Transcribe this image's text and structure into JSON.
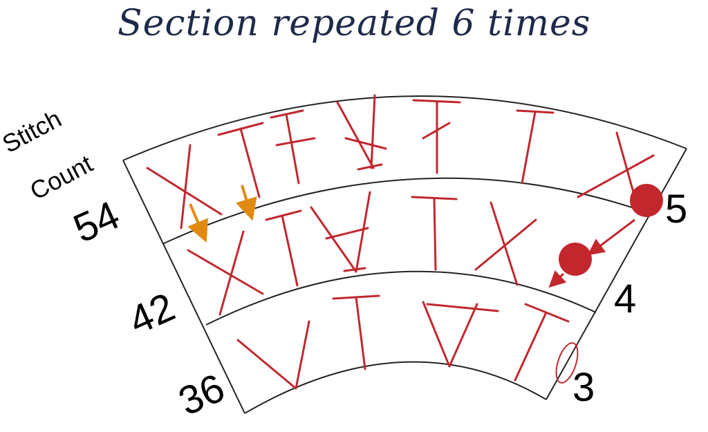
{
  "title": "Section repeated 6 times",
  "stitch_count_label": [
    "Stitch",
    "Count"
  ],
  "rows": [
    {
      "stitch_count": "54",
      "row_number": "5"
    },
    {
      "stitch_count": "42",
      "row_number": "4"
    },
    {
      "stitch_count": "36",
      "row_number": "3"
    }
  ],
  "colors": {
    "title": "#1e2a4a",
    "outline": "#222222",
    "stitch": "#c1272d",
    "highlight_arrow": "#e08a10"
  }
}
